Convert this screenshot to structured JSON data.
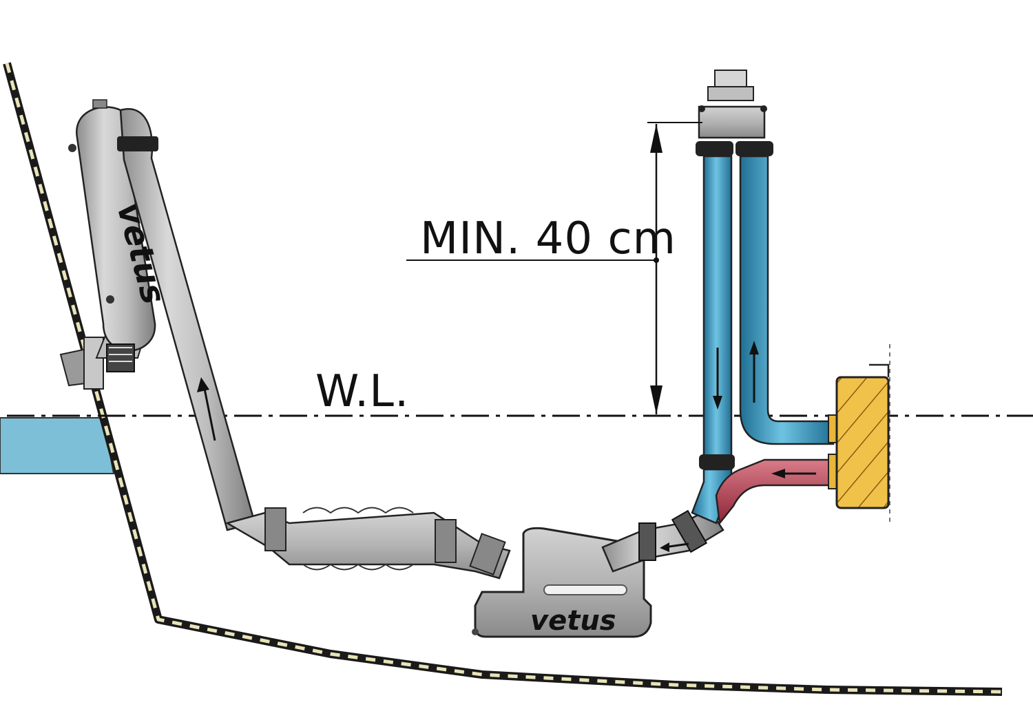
{
  "labels": {
    "min_height": "MIN. 40 cm",
    "waterline": "W.L."
  },
  "brand": {
    "logo_text": "vetus"
  },
  "colors": {
    "exhaust_pipe": "#b8b8b8",
    "cooling_water_cold": "#3a9bc4",
    "cooling_water_hot": "#b8404f",
    "engine_block": "#e8b63a",
    "sea_water": "#7dbfd6",
    "hull": "#1a1a1a"
  }
}
